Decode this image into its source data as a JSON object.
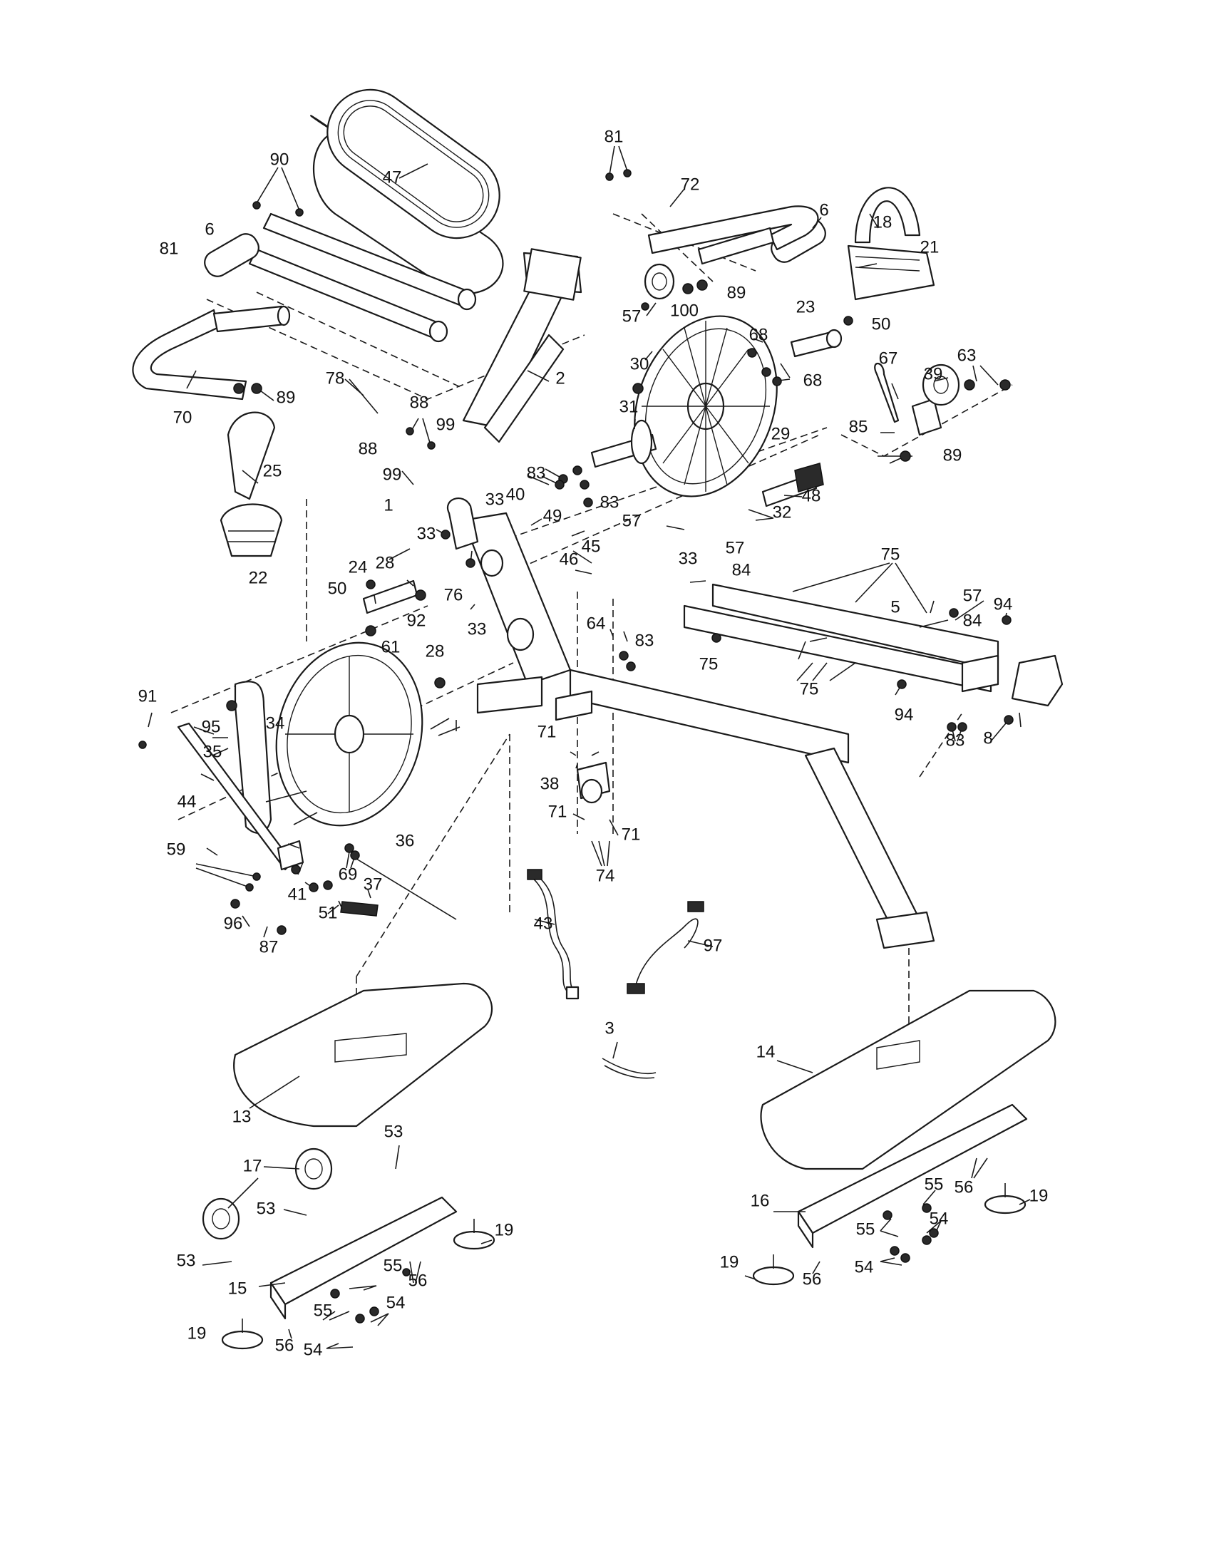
{
  "labels": {
    "p90": "90",
    "p47": "47",
    "p81": "81",
    "p72": "72",
    "p6": "6",
    "p18": "18",
    "p21": "21",
    "p70": "70",
    "p89": "89",
    "p57": "57",
    "p100": "100",
    "p2": "2",
    "p68": "68",
    "p23": "23",
    "p50": "50",
    "p67": "67",
    "p63": "63",
    "p39": "39",
    "p78": "78",
    "p88": "88",
    "p99": "99",
    "p30": "30",
    "p31": "31",
    "p29": "29",
    "p85": "85",
    "p25": "25",
    "p83": "83",
    "p1": "1",
    "p33": "33",
    "p40": "40",
    "p49": "49",
    "p48": "48",
    "p32": "32",
    "p22": "22",
    "p46": "46",
    "p45": "45",
    "p84": "84",
    "p75": "75",
    "p28": "28",
    "p24": "24",
    "p92": "92",
    "p76": "76",
    "p64": "64",
    "p5": "5",
    "p94": "94",
    "p61": "61",
    "p91": "91",
    "p95": "95",
    "p34": "34",
    "p35": "35",
    "p8": "8",
    "p71": "71",
    "p38": "38",
    "p44": "44",
    "p59": "59",
    "p69": "69",
    "p36": "36",
    "p41": "41",
    "p51": "51",
    "p37": "37",
    "p74": "74",
    "p96": "96",
    "p87": "87",
    "p43": "43",
    "p97": "97",
    "p3": "3",
    "p14": "14",
    "p13": "13",
    "p53": "53",
    "p17": "17",
    "p16": "16",
    "p19": "19",
    "p55": "55",
    "p56": "56",
    "p54": "54",
    "p15": "15"
  }
}
